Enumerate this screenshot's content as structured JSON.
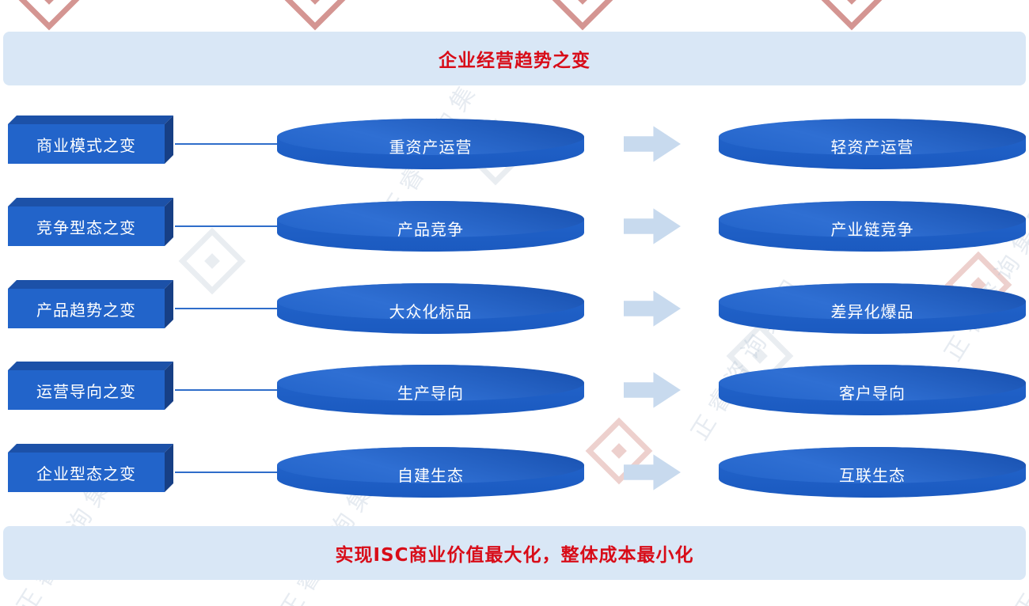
{
  "header": {
    "title": "企业经营趋势之变"
  },
  "footer": {
    "text": "实现ISC商业价值最大化，整体成本最小化"
  },
  "watermark": {
    "text": "正睿咨询集团"
  },
  "rows": [
    {
      "left": "商业模式之变",
      "middle": "重资产运营",
      "right": "轻资产运营"
    },
    {
      "left": "竞争型态之变",
      "middle": "产品竞争",
      "right": "产业链竞争"
    },
    {
      "left": "产品趋势之变",
      "middle": "大众化标品",
      "right": "差异化爆品"
    },
    {
      "left": "运营导向之变",
      "middle": "生产导向",
      "right": "客户导向"
    },
    {
      "left": "企业型态之变",
      "middle": "自建生态",
      "right": "互联生态"
    }
  ],
  "colors": {
    "cylinder_blue": "#2263c9",
    "box_blue": "#2264ca",
    "box_top_blue": "#1c51a8",
    "box_side_blue": "#173f85",
    "arrow_light_blue": "#c8daee",
    "bar_background": "#d9e7f6",
    "accent_red": "#d80c18",
    "text_white": "#ffffff"
  }
}
